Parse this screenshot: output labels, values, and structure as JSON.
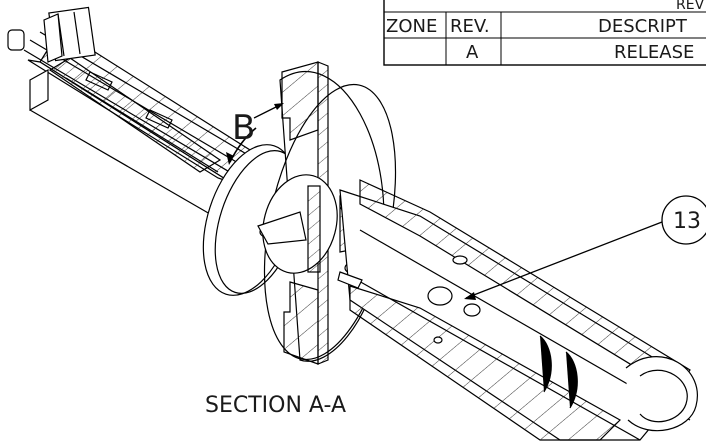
{
  "revision_table": {
    "title": "REV",
    "headers": [
      "ZONE",
      "REV.",
      "DESCRIPT"
    ],
    "rows": [
      [
        "",
        "A",
        "RELEASE"
      ]
    ]
  },
  "callouts": {
    "detail_letter": "B",
    "balloon_number": "13"
  },
  "section_label": "SECTION A-A"
}
